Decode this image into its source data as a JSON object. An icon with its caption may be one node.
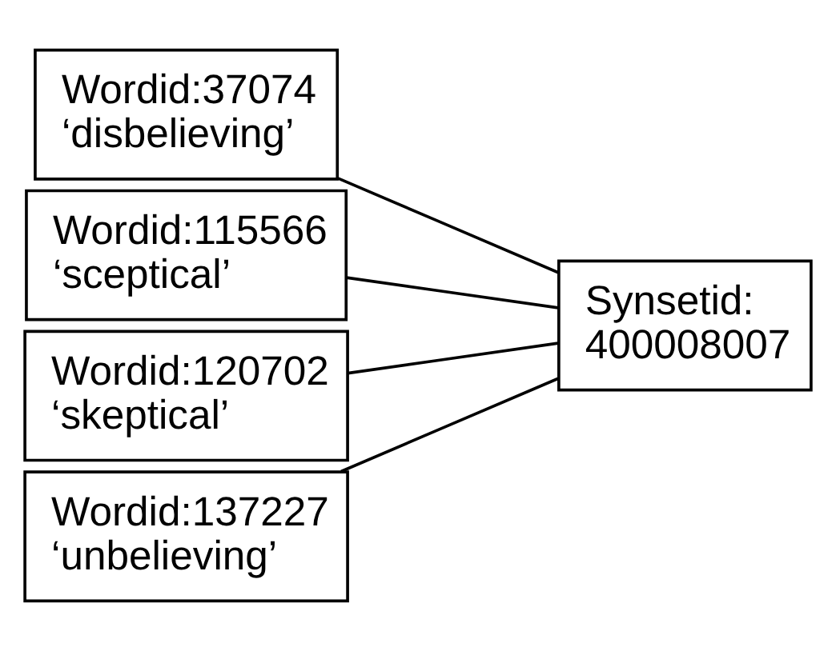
{
  "diagram": {
    "nodes": [
      {
        "text": [
          "Wordid:37074",
          "‘disbelieving’"
        ]
      },
      {
        "text": [
          "Wordid:115566",
          "‘sceptical’"
        ]
      },
      {
        "text": [
          "Wordid:120702",
          "‘skeptical’"
        ]
      },
      {
        "text": [
          "Wordid:137227",
          "‘unbelieving’"
        ]
      },
      {
        "text": [
          "Synsetid:",
          "400008007"
        ]
      }
    ],
    "edges": [
      {
        "from": 0,
        "to": 4,
        "arrow": "none"
      },
      {
        "from": 1,
        "to": 4,
        "arrow": "none"
      },
      {
        "from": 2,
        "to": 4,
        "arrow": "none"
      },
      {
        "from": 3,
        "to": 4,
        "arrow": "none"
      }
    ]
  }
}
